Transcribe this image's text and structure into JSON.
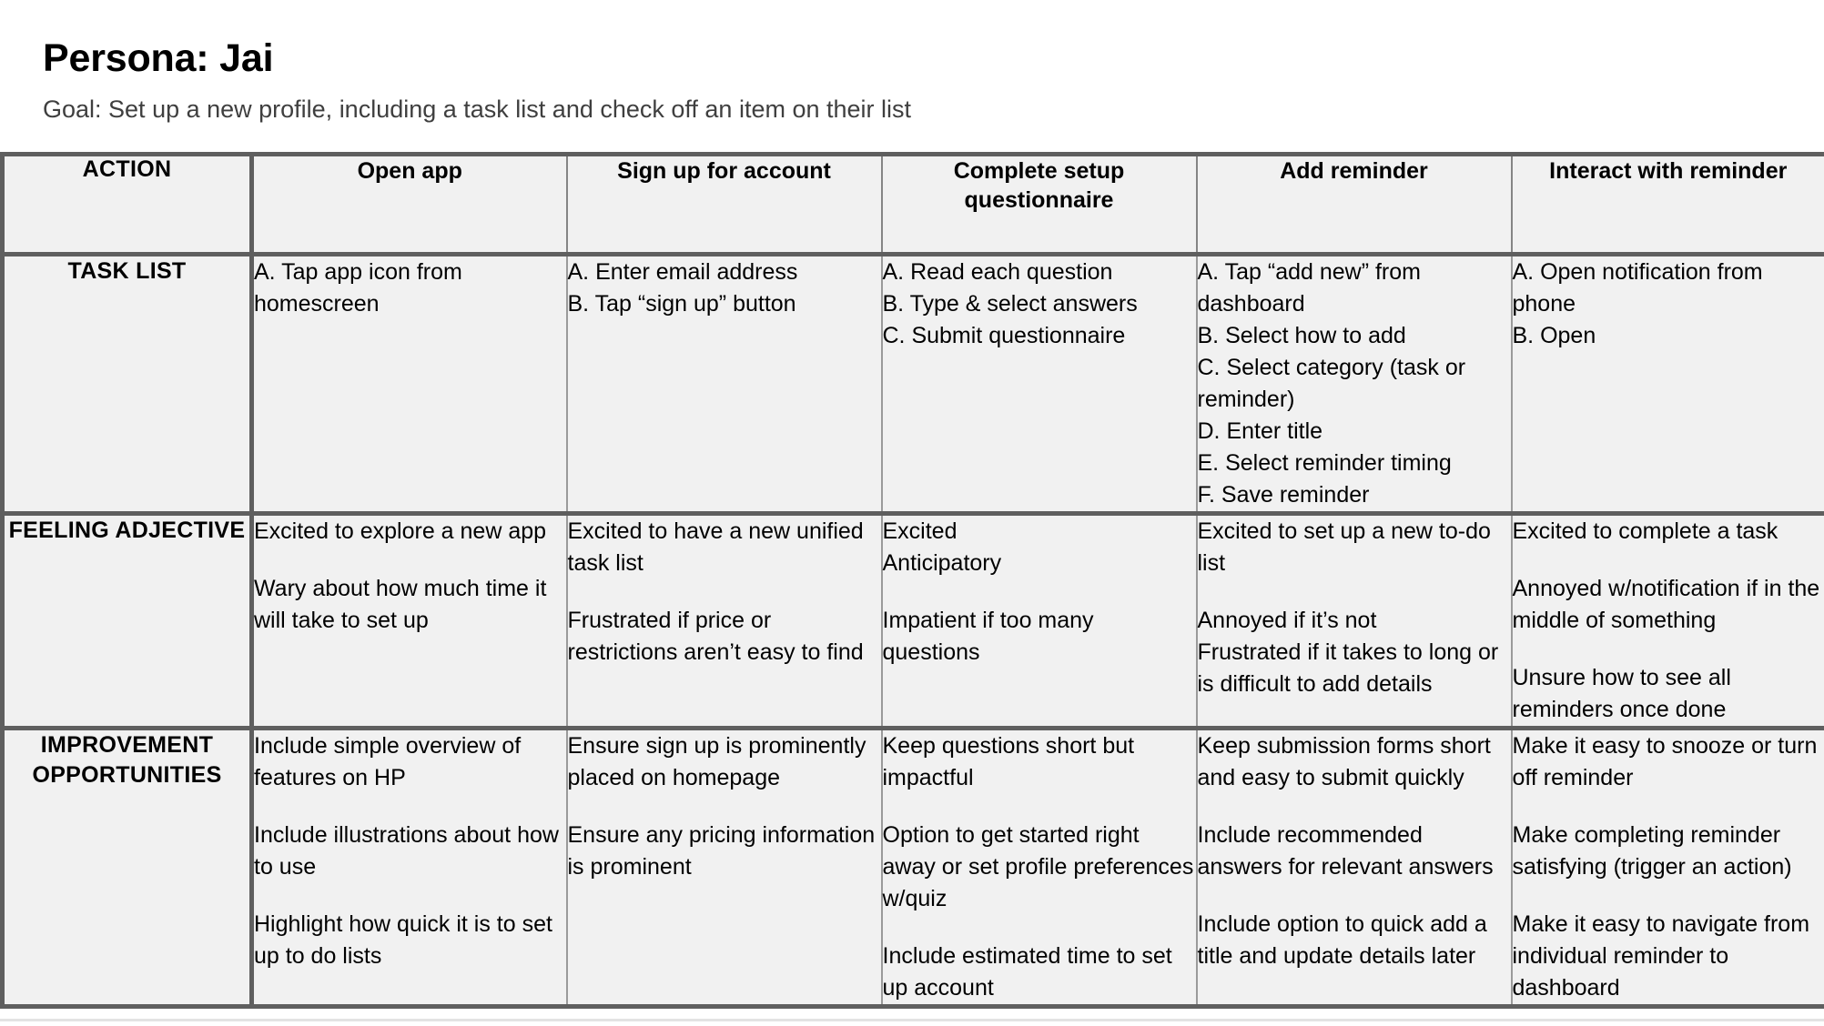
{
  "header": {
    "title": "Persona: Jai",
    "goal": "Goal: Set up a new profile, including a task list and check off an item on their list"
  },
  "colors": {
    "header_fill": "#dbe4f8",
    "cell_fill": "#f1f1f1",
    "border_strong": "#5f5f5f",
    "border_light": "#9a9a9a",
    "text": "#000000",
    "goal_text": "#3f3f3f"
  },
  "table": {
    "corner_label": "ACTION",
    "columns": [
      "Open app",
      "Sign up for account",
      "Complete setup questionnaire",
      "Add reminder",
      "Interact with reminder"
    ],
    "rows": [
      {
        "label": "TASK LIST",
        "cells": [
          {
            "blocks": [
              [
                "A. Tap app icon from homescreen"
              ]
            ]
          },
          {
            "blocks": [
              [
                "A. Enter email address",
                "B. Tap “sign up” button"
              ]
            ]
          },
          {
            "blocks": [
              [
                "A. Read each question",
                "B. Type & select answers",
                "C. Submit questionnaire"
              ]
            ]
          },
          {
            "blocks": [
              [
                "A. Tap “add new” from dashboard",
                "B. Select how to add",
                "C. Select category (task or reminder)",
                "D. Enter title",
                "E. Select reminder timing",
                "F. Save reminder"
              ]
            ]
          },
          {
            "blocks": [
              [
                "A. Open notification from phone",
                "B. Open"
              ]
            ]
          }
        ]
      },
      {
        "label": "FEELING ADJECTIVE",
        "cells": [
          {
            "blocks": [
              [
                "Excited to explore a new app"
              ],
              [
                "Wary about how much time it will take to set up"
              ]
            ]
          },
          {
            "blocks": [
              [
                "Excited to have a new unified task list"
              ],
              [
                "Frustrated if price or restrictions aren’t easy to find"
              ]
            ]
          },
          {
            "blocks": [
              [
                "Excited",
                "Anticipatory"
              ],
              [
                "Impatient if too many questions"
              ]
            ]
          },
          {
            "blocks": [
              [
                "Excited to set up a new to-do list"
              ],
              [
                "Annoyed if it’s not",
                "Frustrated if it takes to long or is difficult to add details"
              ]
            ]
          },
          {
            "blocks": [
              [
                "Excited to complete a task"
              ],
              [
                "Annoyed w/notification if in the middle of something"
              ],
              [
                "Unsure how to see all reminders once done"
              ]
            ]
          }
        ]
      },
      {
        "label": "IMPROVEMENT OPPORTUNITIES",
        "cells": [
          {
            "blocks": [
              [
                "Include simple overview of features on HP"
              ],
              [
                "Include illustrations about how to use"
              ],
              [
                "Highlight how quick it is to set up to do lists"
              ]
            ]
          },
          {
            "blocks": [
              [
                "Ensure sign up is prominently placed on homepage"
              ],
              [
                "Ensure any pricing information is prominent"
              ]
            ]
          },
          {
            "blocks": [
              [
                "Keep questions short but impactful"
              ],
              [
                "Option to get started right away or set profile preferences w/quiz"
              ],
              [
                "Include estimated time to set up account"
              ]
            ]
          },
          {
            "blocks": [
              [
                "Keep submission forms short and easy to submit quickly"
              ],
              [
                "Include recommended answers for relevant answers"
              ],
              [
                "Include option to quick add a title and update details later"
              ]
            ]
          },
          {
            "blocks": [
              [
                "Make it easy to snooze or turn off reminder"
              ],
              [
                "Make completing reminder satisfying (trigger an action)"
              ],
              [
                "Make it easy to navigate from individual reminder to dashboard"
              ]
            ]
          }
        ]
      }
    ]
  }
}
